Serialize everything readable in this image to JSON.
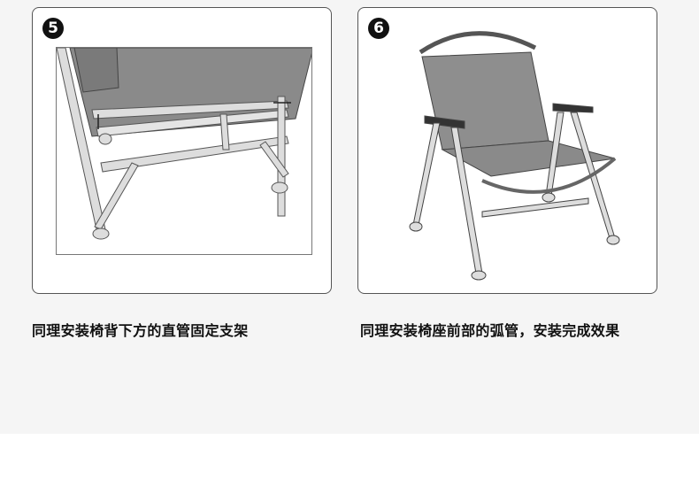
{
  "steps": [
    {
      "number": "5",
      "caption": "同理安装椅背下方的直管固定支架"
    },
    {
      "number": "6",
      "caption": "同理安装椅座前部的弧管，安装完成效果"
    }
  ]
}
